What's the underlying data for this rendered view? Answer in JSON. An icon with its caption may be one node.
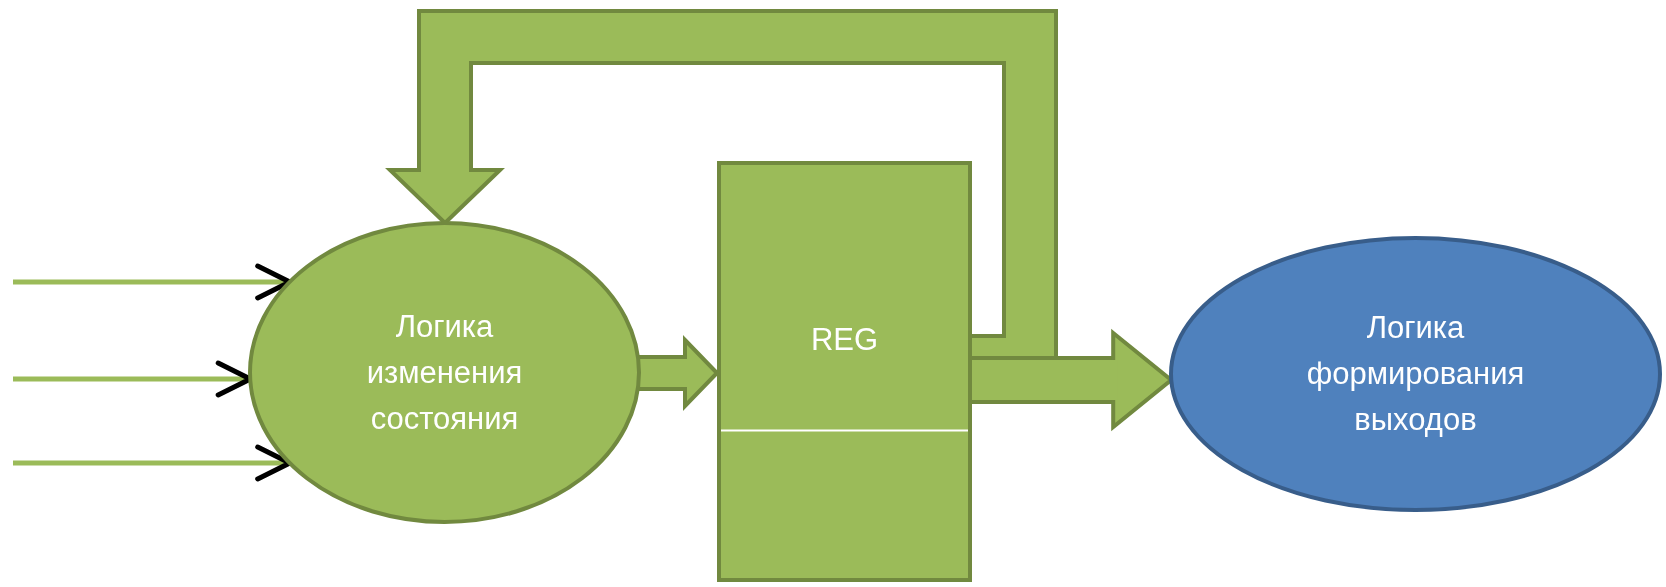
{
  "diagram": {
    "nodes": [
      {
        "text": [
          "Логика изменения состояния"
        ]
      },
      {
        "text": [
          "REG"
        ]
      },
      {
        "text": [
          "Логика формирования выходов"
        ]
      }
    ],
    "edges": [
      {
        "from": null,
        "to": 0,
        "arrow": "to"
      },
      {
        "from": null,
        "to": 0,
        "arrow": "to"
      },
      {
        "from": null,
        "to": 0,
        "arrow": "to"
      },
      {
        "from": 0,
        "to": 1,
        "arrow": "to",
        "style": "thick"
      },
      {
        "from": 1,
        "to": 2,
        "arrow": "to",
        "style": "thick"
      },
      {
        "from": 1,
        "to": 0,
        "arrow": "to",
        "style": "thick"
      }
    ]
  }
}
